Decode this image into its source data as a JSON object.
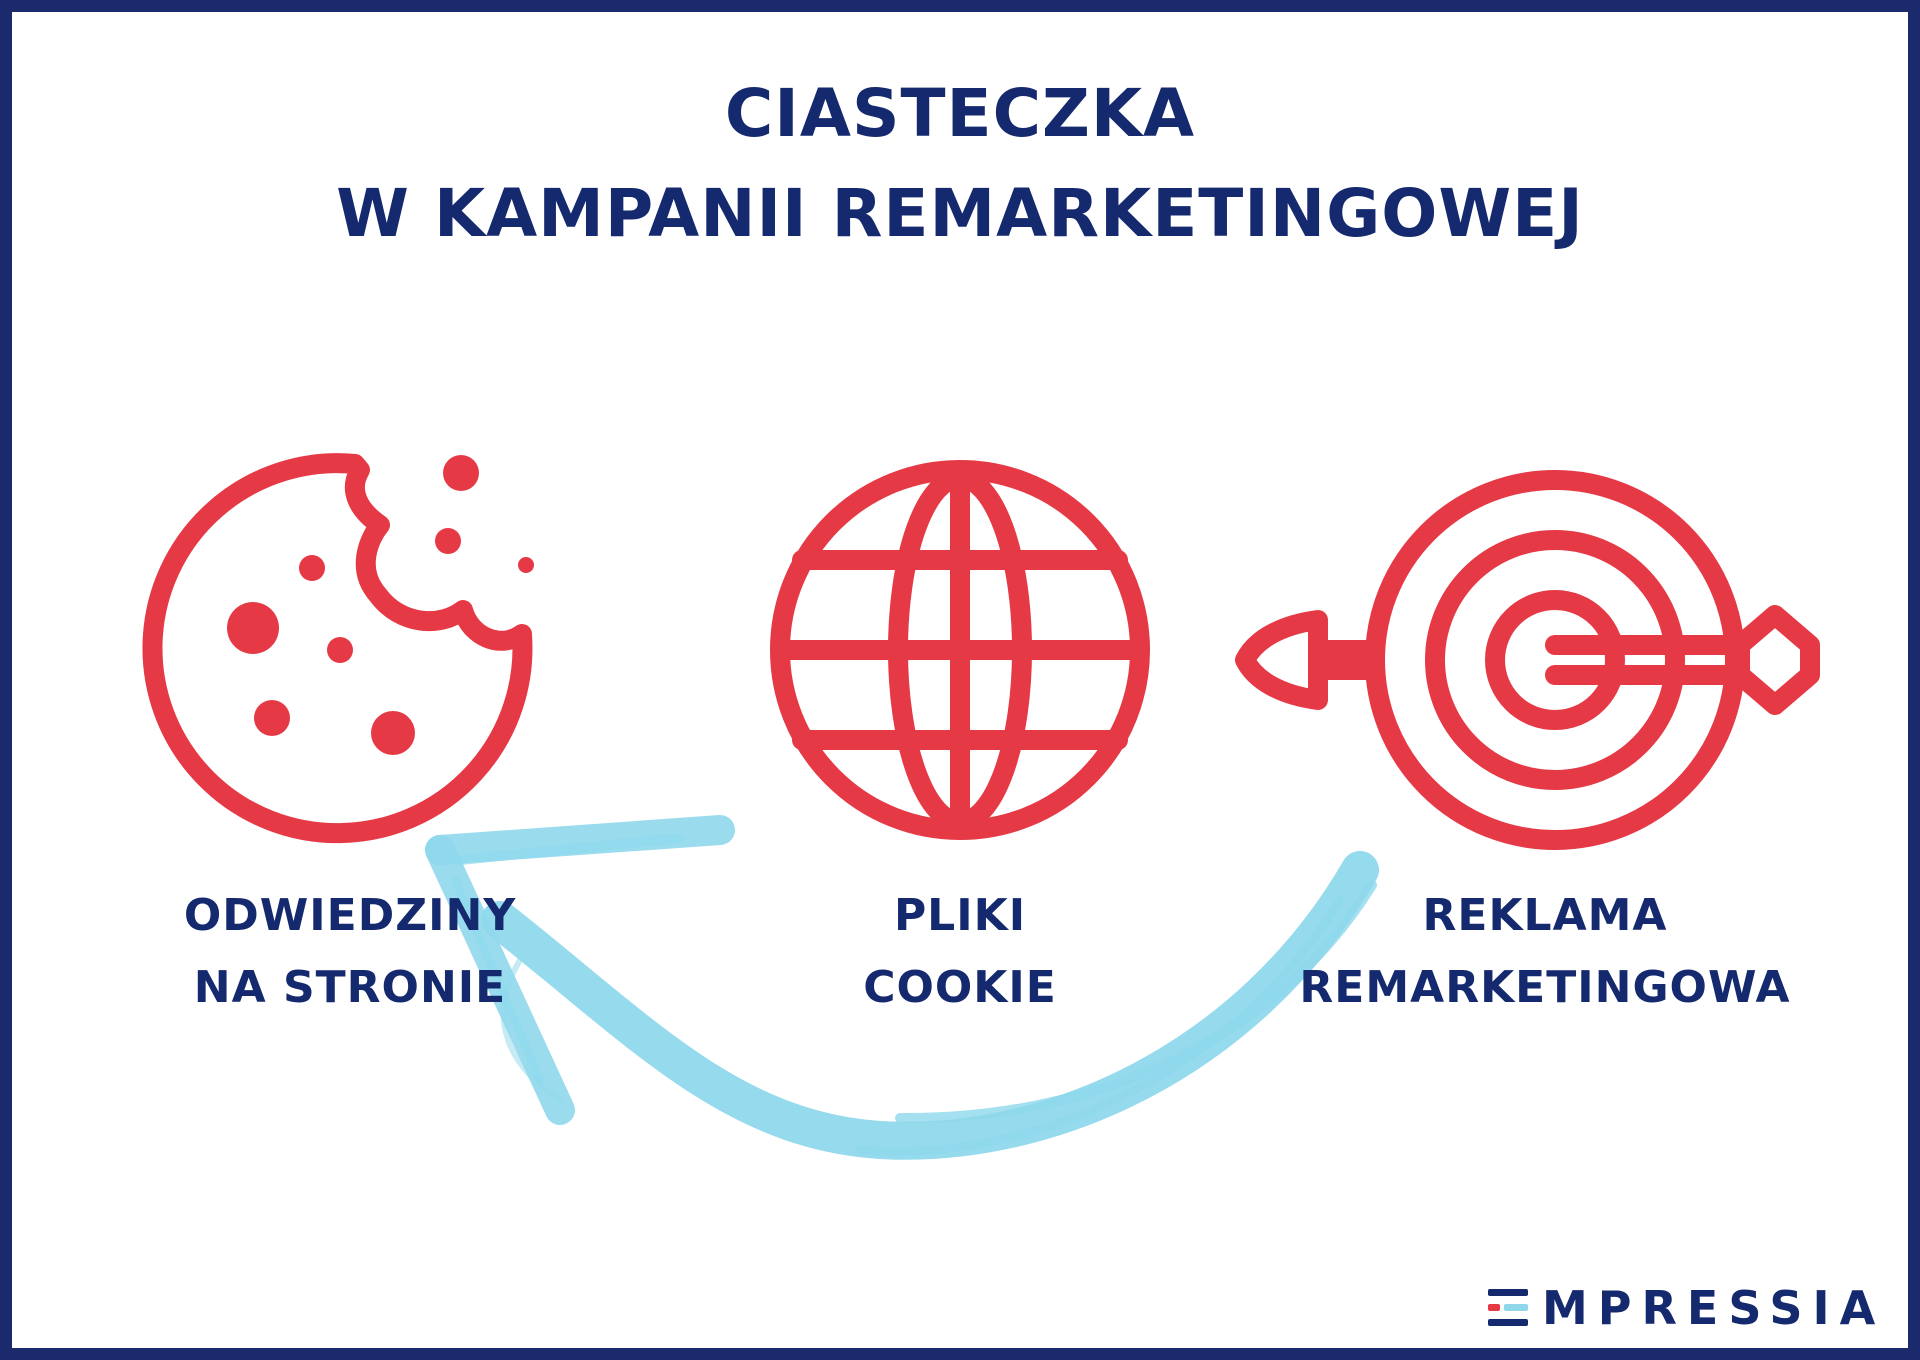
{
  "title": {
    "line1": "CIASTECZKA",
    "line2": "W KAMPANII REMARKETINGOWEJ"
  },
  "steps": [
    {
      "line1": "ODWIEDZINY",
      "line2": "NA STRONIE",
      "icon": "cookie-icon"
    },
    {
      "line1": "PLIKI",
      "line2": "COOKIE",
      "icon": "globe-icon"
    },
    {
      "line1": "REKLAMA",
      "line2": "REMARKETINGOWA",
      "icon": "target-arrow-icon"
    }
  ],
  "arrow": {
    "icon": "curved-arrow-icon",
    "direction": "from step 3 back to step 1"
  },
  "logo": {
    "text": "MPRESSIA",
    "icon": "empressia-e-icon"
  },
  "colors": {
    "navy": "#14296e",
    "red": "#e63946",
    "arrow": "#8fd8ec",
    "border": "#1a2a6c"
  }
}
